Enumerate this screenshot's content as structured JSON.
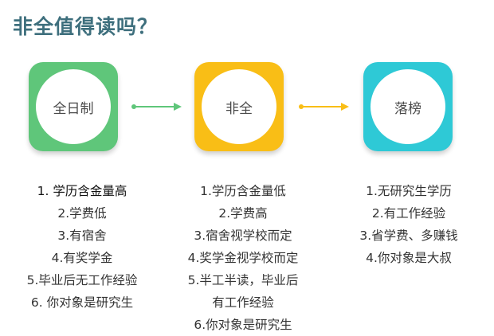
{
  "title": "非全值得读吗？",
  "colors": {
    "green": "#5fc67a",
    "yellow": "#f9be16",
    "cyan": "#2ec9d6",
    "title": "#3e6f7d"
  },
  "cards": [
    {
      "label": "全日制",
      "color": "#5fc67a"
    },
    {
      "label": "非全",
      "color": "#f9be16"
    },
    {
      "label": "落榜",
      "color": "#2ec9d6"
    }
  ],
  "arrows": [
    "arrow-right-icon",
    "arrow-right-icon"
  ],
  "lists": {
    "full_time": [
      "1. 学历含金量高",
      "2.学费低",
      "3.有宿舍",
      "4.有奖学金",
      "5.毕业后无工作经验",
      "6. 你对象是研究生"
    ],
    "part_time": [
      "1.学历含金量低",
      "2.学费高",
      "3.宿舍视学校而定",
      "4.奖学金视学校而定",
      "5.半工半读，毕业后",
      "有工作经验",
      "6.你对象是研究生"
    ],
    "failed": [
      "1.无研究生学历",
      "2.有工作经验",
      "3.省学费、多赚钱",
      "4.你对象是大叔"
    ]
  }
}
